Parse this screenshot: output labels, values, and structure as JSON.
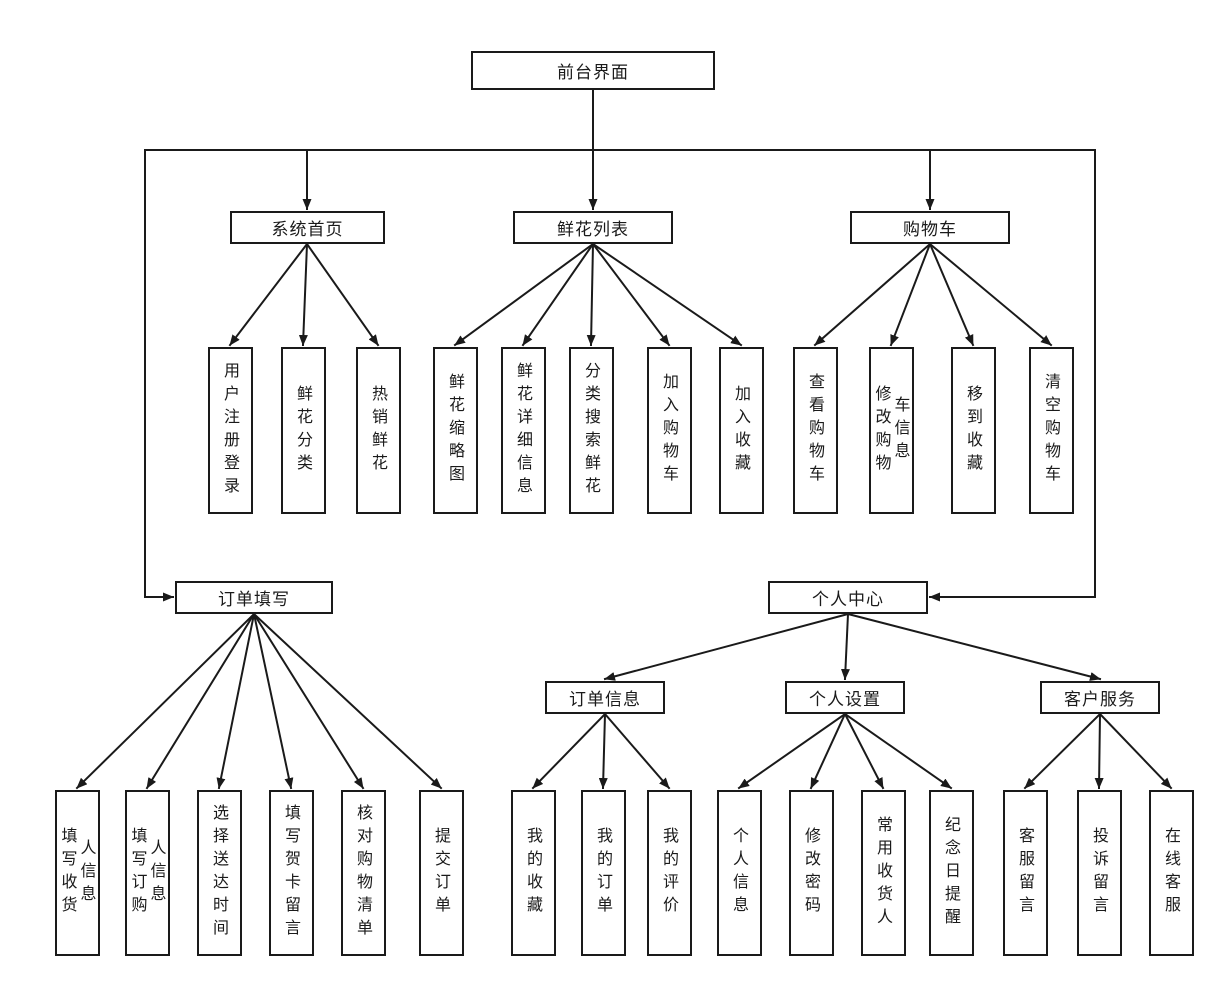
{
  "page": {
    "background": "#ffffff"
  },
  "diagram": {
    "root": "前台界面",
    "home": {
      "label": "系统首页",
      "children": [
        "用户注册登录",
        "鲜花分类",
        "热销鲜花"
      ]
    },
    "flower_list": {
      "label": "鲜花列表",
      "children": [
        "鲜花缩略图",
        "鲜花详细信息",
        "分类搜索鲜花",
        "加入购物车",
        "加入收藏"
      ]
    },
    "cart": {
      "label": "购物车",
      "children": [
        "查看购物车",
        "修改购物车信息",
        "移到收藏",
        "清空购物车"
      ]
    },
    "order_form": {
      "label": "订单填写",
      "children": [
        "填写收货人信息",
        "填写订购人信息",
        "选择送达时间",
        "填写贺卡留言",
        "核对购物清单",
        "提交订单"
      ]
    },
    "personal_center": {
      "label": "个人中心",
      "groups": [
        {
          "label": "订单信息",
          "children": [
            "我的收藏",
            "我的订单",
            "我的评价"
          ]
        },
        {
          "label": "个人设置",
          "children": [
            "个人信息",
            "修改密码",
            "常用收货人",
            "纪念日提醒"
          ]
        },
        {
          "label": "客户服务",
          "children": [
            "客服留言",
            "投诉留言",
            "在线客服"
          ]
        }
      ]
    },
    "colors": {
      "line": "#1a1a1a",
      "border": "#1a1a1a",
      "text": "#1a1a1a",
      "node_bg": "#ffffff"
    }
  }
}
